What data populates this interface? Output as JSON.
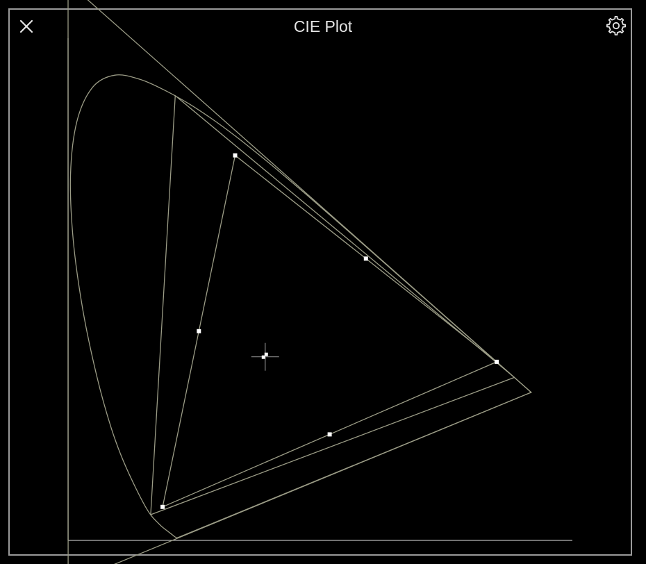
{
  "window": {
    "title": "CIE Plot",
    "close_icon": "close-icon",
    "settings_icon": "gear-icon"
  },
  "colors": {
    "background": "#000000",
    "border": "#9a9a9a",
    "curve": "#9b9c86",
    "axes": "#b5b5b5",
    "marker": "#ffffff"
  },
  "chart_data": {
    "type": "scatter",
    "description_free": true,
    "xlim": [
      0,
      0.8
    ],
    "ylim": [
      0,
      0.9
    ],
    "spectral_locus": [
      [
        0.1741,
        0.005
      ],
      [
        0.1733,
        0.0048
      ],
      [
        0.1726,
        0.0048
      ],
      [
        0.1714,
        0.0051
      ],
      [
        0.1689,
        0.0069
      ],
      [
        0.1644,
        0.0109
      ],
      [
        0.1566,
        0.0177
      ],
      [
        0.144,
        0.0297
      ],
      [
        0.1241,
        0.0578
      ],
      [
        0.0913,
        0.1327
      ],
      [
        0.0687,
        0.2007
      ],
      [
        0.0454,
        0.295
      ],
      [
        0.0235,
        0.4127
      ],
      [
        0.0082,
        0.5384
      ],
      [
        0.0039,
        0.6548
      ],
      [
        0.0139,
        0.7502
      ],
      [
        0.0389,
        0.812
      ],
      [
        0.0743,
        0.8338
      ],
      [
        0.1142,
        0.8262
      ],
      [
        0.1547,
        0.8059
      ],
      [
        0.1929,
        0.7816
      ],
      [
        0.2296,
        0.7543
      ],
      [
        0.2658,
        0.7243
      ],
      [
        0.3016,
        0.6923
      ],
      [
        0.3373,
        0.6589
      ],
      [
        0.3731,
        0.6245
      ],
      [
        0.4087,
        0.5896
      ],
      [
        0.4441,
        0.5547
      ],
      [
        0.4788,
        0.5202
      ],
      [
        0.5125,
        0.4866
      ],
      [
        0.5448,
        0.4544
      ],
      [
        0.5752,
        0.4242
      ],
      [
        0.6029,
        0.3965
      ],
      [
        0.627,
        0.3725
      ],
      [
        0.6482,
        0.3514
      ],
      [
        0.6658,
        0.334
      ],
      [
        0.6801,
        0.3197
      ],
      [
        0.6915,
        0.3083
      ],
      [
        0.7006,
        0.2993
      ],
      [
        0.7079,
        0.292
      ],
      [
        0.714,
        0.2859
      ],
      [
        0.719,
        0.2809
      ],
      [
        0.723,
        0.277
      ],
      [
        0.726,
        0.274
      ],
      [
        0.7283,
        0.2717
      ],
      [
        0.73,
        0.27
      ],
      [
        0.7311,
        0.2689
      ],
      [
        0.732,
        0.268
      ],
      [
        0.7327,
        0.2673
      ],
      [
        0.7334,
        0.2666
      ],
      [
        0.734,
        0.266
      ],
      [
        0.7344,
        0.2656
      ],
      [
        0.7346,
        0.2654
      ],
      [
        0.7347,
        0.2653
      ]
    ],
    "gamuts": [
      {
        "name": "",
        "primaries": [
          [
            0.708,
            0.292
          ],
          [
            0.17,
            0.797
          ],
          [
            0.131,
            0.046
          ]
        ]
      },
      {
        "name": "",
        "primaries": [
          [
            0.68,
            0.32
          ],
          [
            0.265,
            0.69
          ],
          [
            0.15,
            0.06
          ]
        ]
      },
      {
        "name": "",
        "primaries": [
          [
            0.7347,
            0.2653
          ],
          [
            0.0,
            1.0
          ],
          [
            0.0001,
            -0.077
          ]
        ]
      }
    ],
    "markers": [
      [
        0.68,
        0.32
      ],
      [
        0.265,
        0.69
      ],
      [
        0.15,
        0.06
      ],
      [
        0.4725,
        0.505
      ],
      [
        0.2075,
        0.375
      ],
      [
        0.415,
        0.19
      ]
    ],
    "white_point": [
      0.3127,
      0.329
    ],
    "grid": false,
    "legend": "none"
  }
}
